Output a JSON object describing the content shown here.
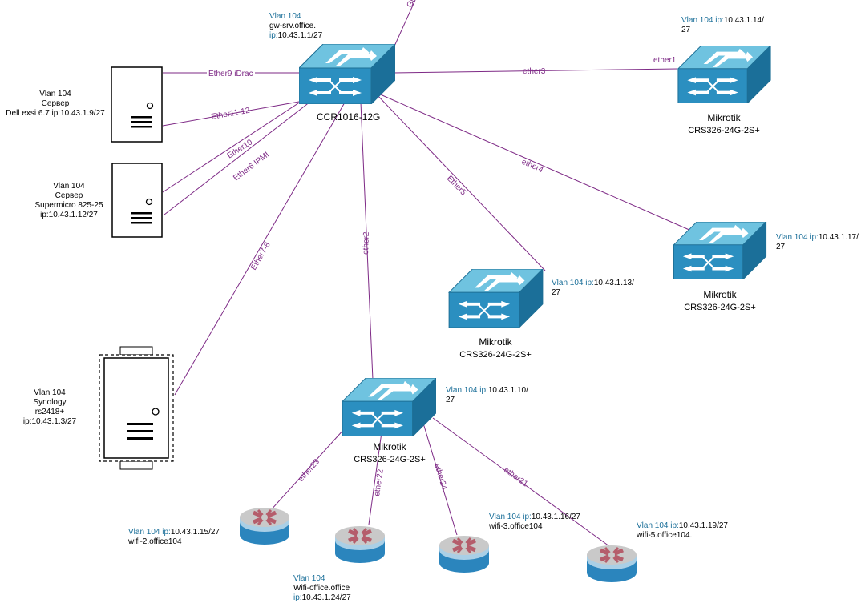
{
  "colors": {
    "link": "#7e2a86",
    "switch_top": "#6fc3e0",
    "switch_front": "#2b8fc0",
    "switch_side": "#1b6f99",
    "router_top": "#c9c9c9",
    "router_cross": "#b55d6b",
    "router_base": "#2b85bd",
    "vlan_text": "#1b6f99"
  },
  "links": {
    "l_top": "Gi",
    "l_e9": "Ether9 iDrac",
    "l_e1112": "Ether11-12",
    "l_e10": "Ether10",
    "l_e6": "Ether6 IPMI",
    "l_e78": "Ether7-8",
    "l_e2": "ether2",
    "l_e5": "Ether5",
    "l_e4": "ether4",
    "l_e3": "ether3",
    "l_e1": "ether1",
    "l_e23": "ether23",
    "l_e22": "ether22",
    "l_e24": "ether24",
    "l_e21": "ether21"
  },
  "nodes": {
    "ccr": {
      "vlan": "Vlan 104",
      "host": "gw-srv.office.",
      "ip_key": "ip:",
      "ip": "10.43.1.1/27",
      "name": "CCR1016-12G"
    },
    "sw_tr": {
      "vlan": "Vlan 104 ip:",
      "ip1": "10.43.1.14/",
      "ip2": "27",
      "name1": "Mikrotik",
      "name2": "CRS326-24G-2S+"
    },
    "sw_r": {
      "vlan": "Vlan 104 ip:",
      "ip1": "10.43.1.17/",
      "ip2": "27",
      "name1": "Mikrotik",
      "name2": "CRS326-24G-2S+"
    },
    "sw_m": {
      "vlan": "Vlan 104 ip:",
      "ip1": "10.43.1.13/",
      "ip2": "27",
      "name1": "Mikrotik",
      "name2": "CRS326-24G-2S+"
    },
    "sw_b": {
      "vlan": "Vlan 104 ip:",
      "ip1": "10.43.1.10/",
      "ip2": "27",
      "name1": "Mikrotik",
      "name2": "CRS326-24G-2S+"
    },
    "srv1": {
      "l1": "Vlan 104",
      "l2": "Сервер",
      "l3": "Dell exsi 6.7 ip:10.43.1.9/27"
    },
    "srv2": {
      "l1": "Vlan 104",
      "l2": "Сервер",
      "l3": "Supermicro 825-25",
      "l4": "ip:10.43.1.12/27"
    },
    "nas": {
      "l1": "Vlan 104",
      "l2": "Synology",
      "l3": "rs2418+",
      "l4": "ip:10.43.1.3/27"
    },
    "ap2": {
      "vlan": "Vlan 104 ip:",
      "ip": "10.43.1.15/27",
      "host": "wifi-2.office104"
    },
    "apo": {
      "vlan": "Vlan 104",
      "host": "Wifi-office.office",
      "ip_key": "ip:",
      "ip": "10.43.1.24/27"
    },
    "ap3": {
      "vlan": "Vlan 104 ip:",
      "ip": "10.43.1.16/27",
      "host": "wifi-3.office104"
    },
    "ap5": {
      "vlan": "Vlan 104 ip:",
      "ip": "10.43.1.19/27",
      "host": "wifi-5.office104."
    }
  }
}
